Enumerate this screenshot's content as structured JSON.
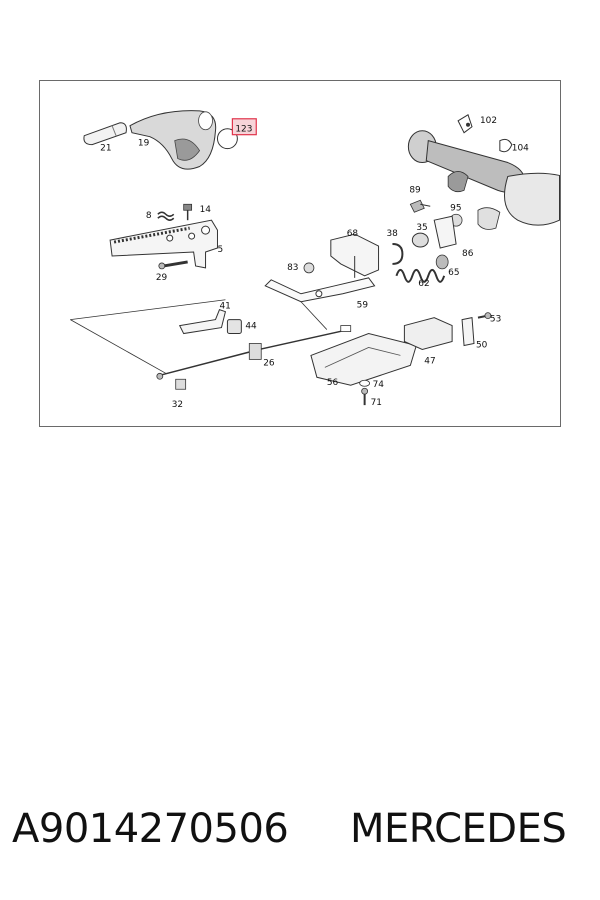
{
  "diagram": {
    "highlighted_part": "123",
    "highlight_color": "#e0334a",
    "part_labels": [
      "21",
      "19",
      "123",
      "102",
      "104",
      "89",
      "95",
      "8",
      "14",
      "68",
      "38",
      "35",
      "5",
      "83",
      "86",
      "29",
      "65",
      "62",
      "59",
      "41",
      "44",
      "53",
      "47",
      "50",
      "26",
      "56",
      "74",
      "32",
      "71"
    ]
  },
  "footer": {
    "part_number": "A9014270506",
    "brand": "MERCEDES"
  }
}
